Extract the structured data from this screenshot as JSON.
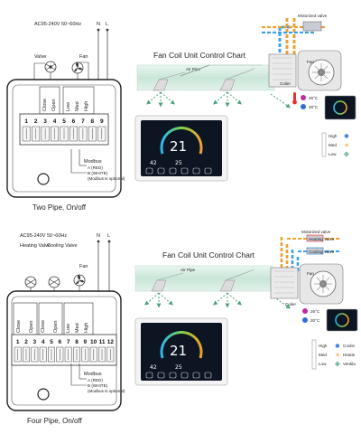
{
  "panels": [
    {
      "supply": "AC95-240V  50~60Hz",
      "terminal_n": "N",
      "terminal_l": "L",
      "valve_labels": [
        "Valve"
      ],
      "fan_label": "Fan",
      "relay_labels": [
        "Close",
        "Open",
        "Low",
        "Med",
        "High"
      ],
      "terminals": [
        "1",
        "2",
        "3",
        "4",
        "5",
        "6",
        "7",
        "8",
        "9"
      ],
      "modbus": "Modbus",
      "modbus_a": "A (RED)",
      "modbus_b": "B (WHITE)",
      "modbus_note": "(Modbus is optional)",
      "caption": "Two Pipe, On/off",
      "chart_title": "Fan Coil Unit Control Chart",
      "air_pipe": "Air Pipe",
      "motorized_valve": "Motorized valve",
      "fan": "Fan",
      "coiler": "Coiler",
      "temp_hot": "26°C",
      "temp_cold": "20°C",
      "lcd_temp": "21",
      "lcd_humidity": "42",
      "lcd_setpoint": "25",
      "speeds": [
        "High",
        "Med",
        "Low"
      ],
      "speed_descriptions": []
    },
    {
      "supply": "AC95-240V  50~60Hz",
      "terminal_n": "N",
      "terminal_l": "L",
      "valve_labels": [
        "Heating Valve",
        "Cooling Valve"
      ],
      "fan_label": "Fan",
      "relay_labels": [
        "Close",
        "Open",
        "Close",
        "Open",
        "Low",
        "Med",
        "High"
      ],
      "terminals": [
        "1",
        "2",
        "3",
        "4",
        "5",
        "6",
        "7",
        "8",
        "9",
        "10",
        "11",
        "12"
      ],
      "modbus": "Modbus",
      "modbus_a": "A (RED)",
      "modbus_b": "B (WHITE)",
      "modbus_note": "(Modbus is optional)",
      "caption": "Four Pipe, On/off",
      "chart_title": "Fan Coil Unit Control Chart",
      "air_pipe": "Air Pipe",
      "motorized_valve": "Motorized valve",
      "heating_valve": "Heating Valve",
      "cooling_valve": "Cooling Valve",
      "fan": "Fan",
      "coiler": "Coiler",
      "temp_hot": "26°C",
      "temp_cold": "20°C",
      "lcd_temp": "21",
      "lcd_humidity": "42",
      "lcd_setpoint": "25",
      "speeds": [
        "High",
        "Med",
        "Low"
      ],
      "speed_descriptions": [
        "Coolin",
        "Heatin",
        "Ventila"
      ]
    }
  ],
  "colors": {
    "hot_pipe": "#f0a030",
    "cold_pipe": "#3da3e6",
    "air_pipe": "#d8eee4",
    "airflow": "#4aa37a",
    "lcd_bg": "#0d1522",
    "red": "#e8332a",
    "blue": "#2b6fd6"
  }
}
